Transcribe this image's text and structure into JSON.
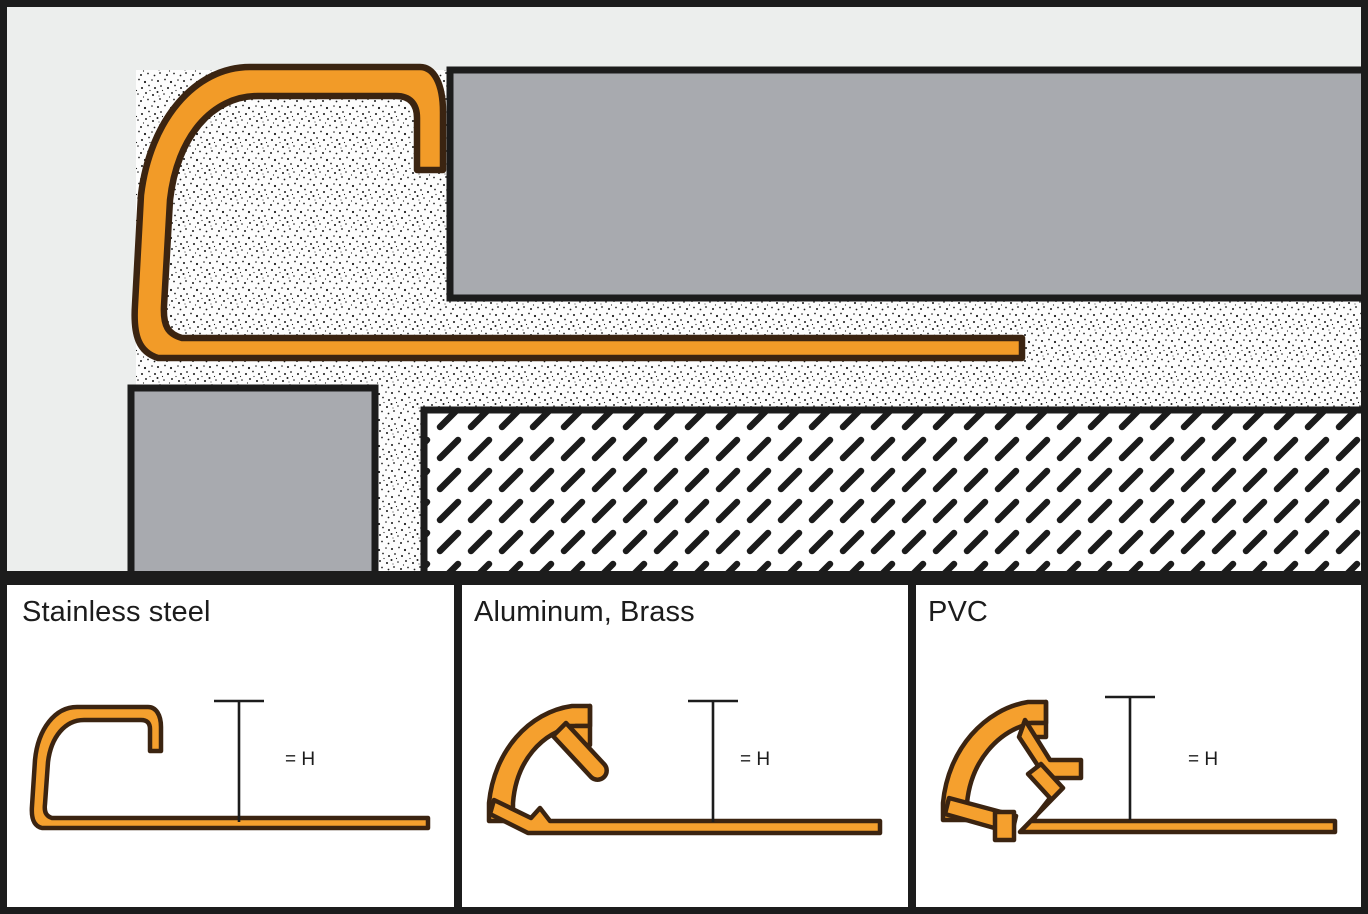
{
  "figure": {
    "kind": "technical-cross-section",
    "subject": "tile edge trim profile installation detail"
  },
  "colors": {
    "profile_orange": "#F29B28",
    "profile_orange_panel": "#F5A02E",
    "profile_outline": "#3B2411",
    "tile_gray": "#A8AAAF",
    "void_gray": "#ECEEED",
    "mortar_white": "#FDFDFD",
    "line_black": "#1C1C1C",
    "panel_background": "#FFFFFF"
  },
  "main_view": {
    "name": "installation-cross-section",
    "layers": [
      {
        "id": "void",
        "label": "open-space",
        "fill": "#ECEEED"
      },
      {
        "id": "tile-top",
        "label": "tile-covering",
        "fill": "#A8AAAF"
      },
      {
        "id": "tile-face",
        "label": "tile-vertical-face",
        "fill": "#A8AAAF"
      },
      {
        "id": "mortar",
        "label": "thin-set-mortar-bed",
        "fill": "#FDFDFD",
        "pattern": "stipple"
      },
      {
        "id": "substrate",
        "label": "substrate-screed",
        "fill": "#FFFFFF",
        "pattern": "diagonal-dashes"
      },
      {
        "id": "profile",
        "label": "trim-profile",
        "fill": "#F29B28"
      }
    ]
  },
  "panels": [
    {
      "id": "stainless-steel",
      "label": "Stainless steel",
      "dimension_label": "= H",
      "profile_style": "thin-wall-rounded-c-section"
    },
    {
      "id": "aluminum-brass",
      "label": "Aluminum, Brass",
      "dimension_label": "= H",
      "profile_style": "extruded-arc-with-internal-web"
    },
    {
      "id": "pvc",
      "label": "PVC",
      "dimension_label": "= H",
      "profile_style": "multi-chamber-extrusion"
    }
  ]
}
